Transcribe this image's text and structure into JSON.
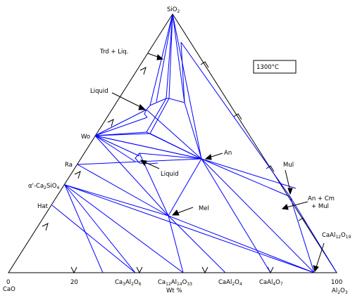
{
  "diagram": {
    "vertex_top_main": "SiO",
    "vertex_top_sub": "2",
    "vertex_left_value": "0",
    "vertex_left_label": "CaO",
    "vertex_right_value": "100",
    "vertex_right_main": "Al",
    "vertex_right_sub1": "2",
    "vertex_right_mid": "O",
    "vertex_right_sub2": "3",
    "temperature": "1300°C",
    "axis_tick_20": "20",
    "axis_unit": "Wt %",
    "labels": {
      "trd_liq": "Trd + Liq.",
      "liquid_top": "Liquid",
      "wo": "Wo",
      "ra": "Ra",
      "c2s_prefix": "α'-Ca",
      "c2s_sub1": "2",
      "c2s_mid": "SiO",
      "c2s_sub2": "4",
      "hat": "Hat",
      "an": "An",
      "liquid_mid": "Liquid",
      "mul": "Mul",
      "mel": "Mel",
      "an_cm_line1": "An + Cm",
      "an_cm_line2": "+ Mul",
      "ca_hex_prefix": "CaAl",
      "ca_hex_sub1": "12",
      "ca_hex_mid": "O",
      "ca_hex_sub2": "19"
    },
    "base_labels": {
      "c3a": {
        "pre": "Ca",
        "s1": "3",
        "mid": "Al",
        "s2": "2",
        "end": "O",
        "s3": "6"
      },
      "c12a7": {
        "pre": "Ca",
        "s1": "12",
        "mid": "Al",
        "s2": "14",
        "end": "O",
        "s3": "33"
      },
      "ca": {
        "pre": "CaAl",
        "s1": "2",
        "mid": "O",
        "s2": "4"
      },
      "ca2": {
        "pre": "CaAl",
        "s1": "4",
        "mid": "O",
        "s2": "7"
      }
    },
    "colors": {
      "frame": "#000000",
      "tie_lines": "#0000ff"
    }
  }
}
